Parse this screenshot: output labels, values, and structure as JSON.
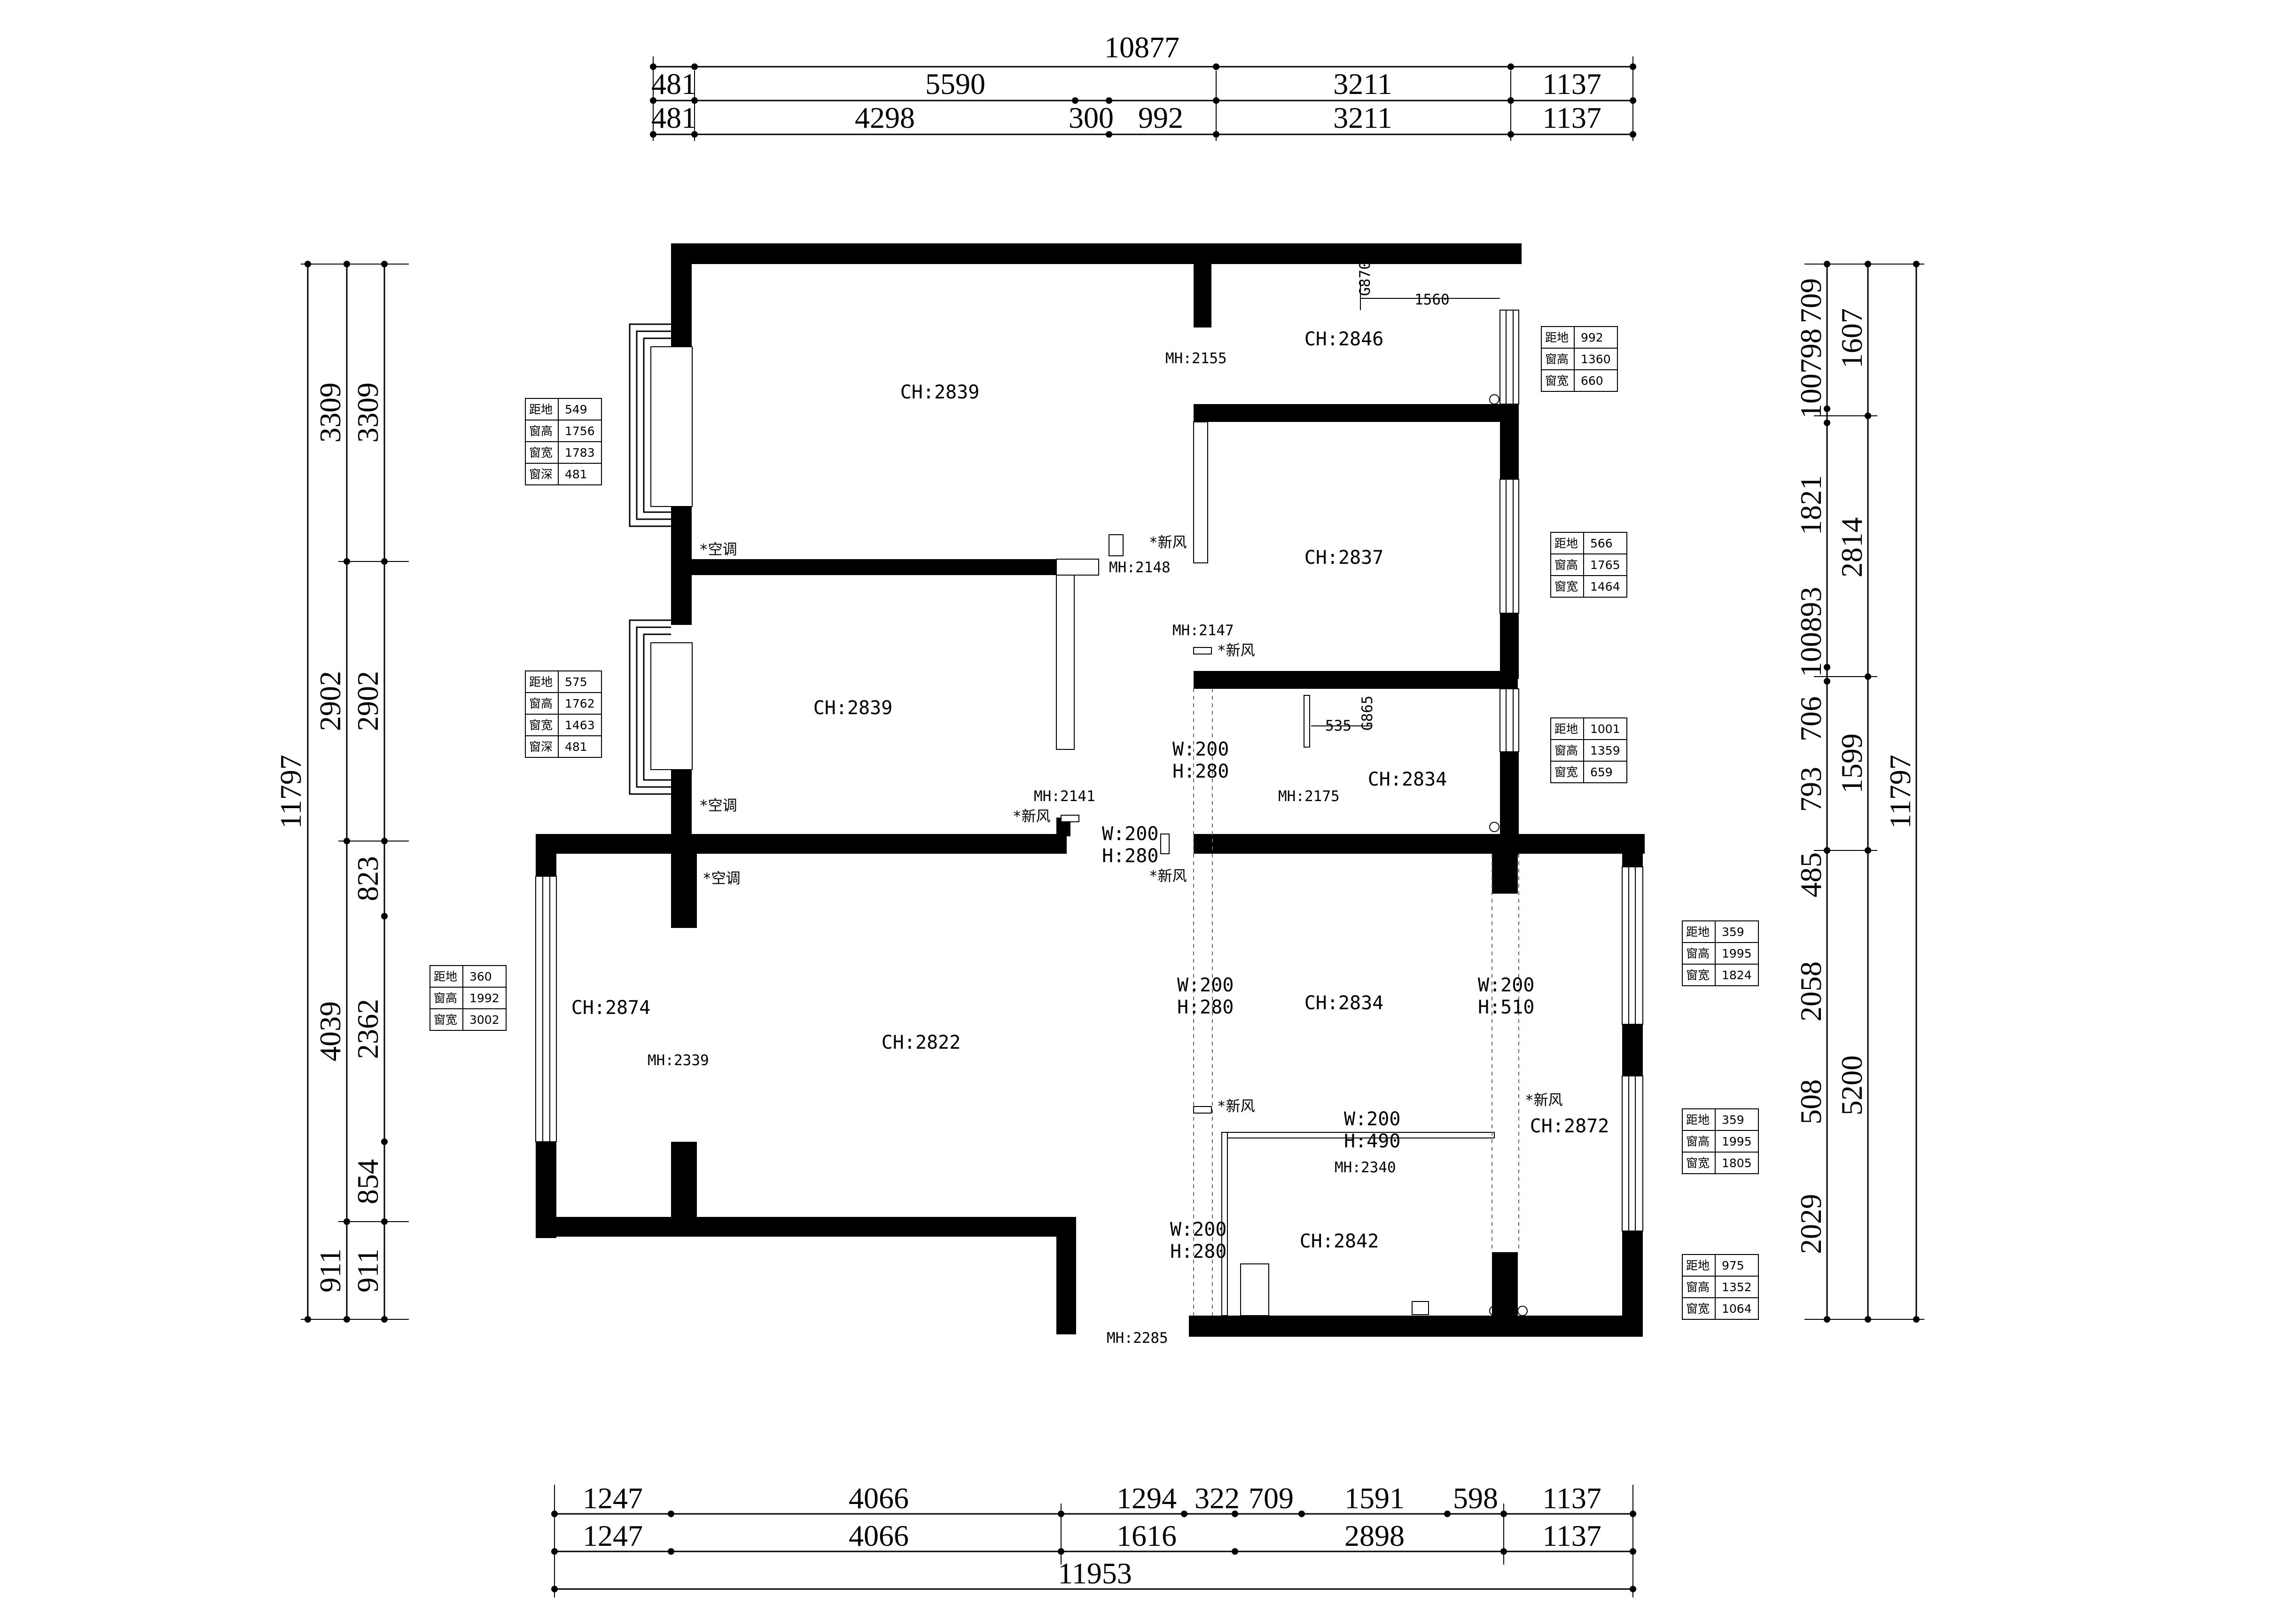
{
  "dimensions": {
    "top_total": "10877",
    "top_row1": [
      "481",
      "5590",
      "3211",
      "1137"
    ],
    "top_row2": [
      "481",
      "4298",
      "300",
      "992",
      "3211",
      "1137"
    ],
    "bottom_row1": [
      "1247",
      "4066",
      "1294",
      "322",
      "709",
      "1591",
      "598",
      "1137"
    ],
    "bottom_row2": [
      "1247",
      "4066",
      "1616",
      "2898",
      "1137"
    ],
    "bottom_total": "11953",
    "left_total": "11797",
    "left_col1": [
      "3309",
      "2902",
      "4039",
      "911"
    ],
    "left_col2": [
      "3309",
      "2902",
      "823",
      "2362",
      "854",
      "911"
    ],
    "right_col1": [
      "709",
      "100798",
      "1821",
      "100893",
      "706",
      "793",
      "485",
      "2058",
      "508",
      "2029"
    ],
    "right_col2": [
      "1607",
      "2814",
      "1599",
      "5200"
    ],
    "right_total": "11797"
  },
  "rooms": [
    {
      "ch": "CH:2839"
    },
    {
      "ch": "CH:2846"
    },
    {
      "ch": "CH:2837"
    },
    {
      "ch": "CH:2839"
    },
    {
      "ch": "CH:2834"
    },
    {
      "ch": "CH:2874"
    },
    {
      "ch": "CH:2822"
    },
    {
      "ch": "CH:2834"
    },
    {
      "ch": "CH:2872"
    },
    {
      "ch": "CH:2842"
    }
  ],
  "door_heights": [
    "MH:2155",
    "MH:2148",
    "MH:2147",
    "MH:2141",
    "MH:2175",
    "MH:2339",
    "MH:2340",
    "MH:2285"
  ],
  "openings": [
    {
      "w": "W:200",
      "h": "H:280"
    },
    {
      "w": "W:200",
      "h": "H:280"
    },
    {
      "w": "W:200",
      "h": "H:280"
    },
    {
      "w": "W:200",
      "h": "H:510"
    },
    {
      "w": "W:200",
      "h": "H:490"
    },
    {
      "w": "W:200",
      "h": "H:280"
    }
  ],
  "markers": {
    "ac": "*空调",
    "fresh_air": "*新风",
    "small_dims": [
      "1560",
      "G870",
      "535",
      "G865"
    ]
  },
  "window_tables": [
    {
      "rows": [
        [
          "距地",
          "549"
        ],
        [
          "窗高",
          "1756"
        ],
        [
          "窗宽",
          "1783"
        ],
        [
          "窗深",
          "481"
        ]
      ]
    },
    {
      "rows": [
        [
          "距地",
          "575"
        ],
        [
          "窗高",
          "1762"
        ],
        [
          "窗宽",
          "1463"
        ],
        [
          "窗深",
          "481"
        ]
      ]
    },
    {
      "rows": [
        [
          "距地",
          "360"
        ],
        [
          "窗高",
          "1992"
        ],
        [
          "窗宽",
          "3002"
        ]
      ]
    },
    {
      "rows": [
        [
          "距地",
          "992"
        ],
        [
          "窗高",
          "1360"
        ],
        [
          "窗宽",
          "660"
        ]
      ]
    },
    {
      "rows": [
        [
          "距地",
          "566"
        ],
        [
          "窗高",
          "1765"
        ],
        [
          "窗宽",
          "1464"
        ]
      ]
    },
    {
      "rows": [
        [
          "距地",
          "1001"
        ],
        [
          "窗高",
          "1359"
        ],
        [
          "窗宽",
          "659"
        ]
      ]
    },
    {
      "rows": [
        [
          "距地",
          "359"
        ],
        [
          "窗高",
          "1995"
        ],
        [
          "窗宽",
          "1824"
        ]
      ]
    },
    {
      "rows": [
        [
          "距地",
          "359"
        ],
        [
          "窗高",
          "1995"
        ],
        [
          "窗宽",
          "1805"
        ]
      ]
    },
    {
      "rows": [
        [
          "距地",
          "975"
        ],
        [
          "窗高",
          "1352"
        ],
        [
          "窗宽",
          "1064"
        ]
      ]
    }
  ]
}
